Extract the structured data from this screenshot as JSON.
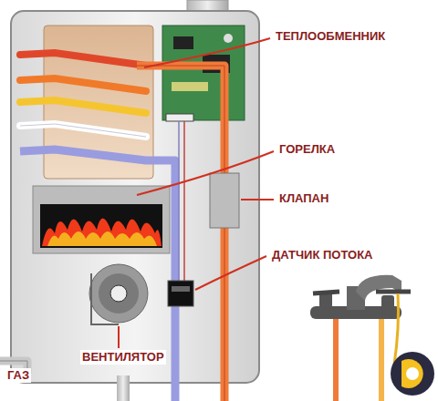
{
  "diagram": {
    "labels": [
      "ТЕПЛООБМЕННИК",
      "ГОРЕЛКА",
      "КЛАПАН",
      "ДАТЧИК ПОТОКА",
      "ГАЗ",
      "ВЕНТИЛЯТОР"
    ]
  }
}
